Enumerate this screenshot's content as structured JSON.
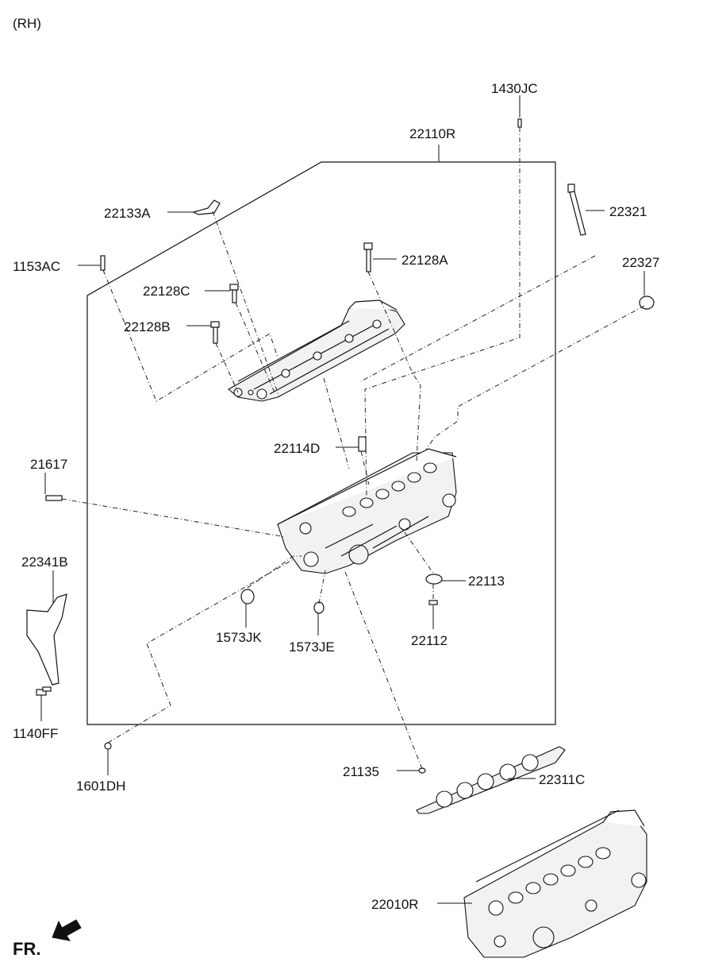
{
  "header": {
    "side_label": "(RH)"
  },
  "labels": {
    "p1430JC": "1430JC",
    "p22110R": "22110R",
    "p22133A": "22133A",
    "p22321": "22321",
    "p1153AC": "1153AC",
    "p22128A": "22128A",
    "p22327": "22327",
    "p22128C": "22128C",
    "p22128B": "22128B",
    "p22114D": "22114D",
    "p21617": "21617",
    "p22341B": "22341B",
    "p22113": "22113",
    "p1573JK": "1573JK",
    "p1573JE": "1573JE",
    "p22112": "22112",
    "p1140FF": "1140FF",
    "p21135": "21135",
    "p22311C": "22311C",
    "p1601DH": "1601DH",
    "p22010R": "22010R"
  },
  "footer": {
    "front_label": "FR."
  }
}
